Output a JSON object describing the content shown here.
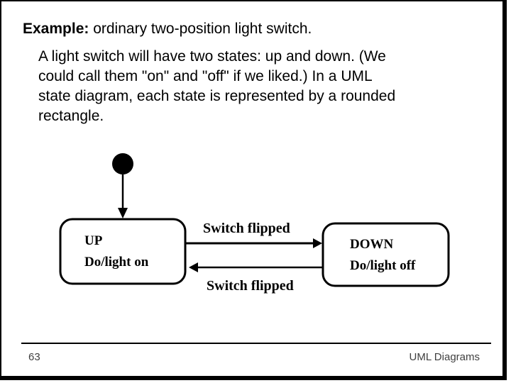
{
  "slide": {
    "title_lead": "Example:",
    "title_rest": " ordinary two-position light switch.",
    "body": "A light switch will have two states: up and down. (We\ncould call them \"on\" and \"off\" if we liked.) In a UML\nstate diagram, each state is represented by a rounded\nrectangle.",
    "page_number": "63",
    "footer_text": "UML Diagrams"
  },
  "diagram": {
    "type": "uml-state-diagram",
    "initial_state_icon": "filled-circle",
    "states": [
      {
        "name": "UP",
        "activity": "Do/light on"
      },
      {
        "name": "DOWN",
        "activity": "Do/light off"
      }
    ],
    "transitions": [
      {
        "from": "UP",
        "to": "DOWN",
        "label": "Switch flipped"
      },
      {
        "from": "DOWN",
        "to": "UP",
        "label": "Switch flipped"
      }
    ],
    "colors": {
      "stroke": "#000000",
      "state_fill": "#ffffff"
    }
  }
}
